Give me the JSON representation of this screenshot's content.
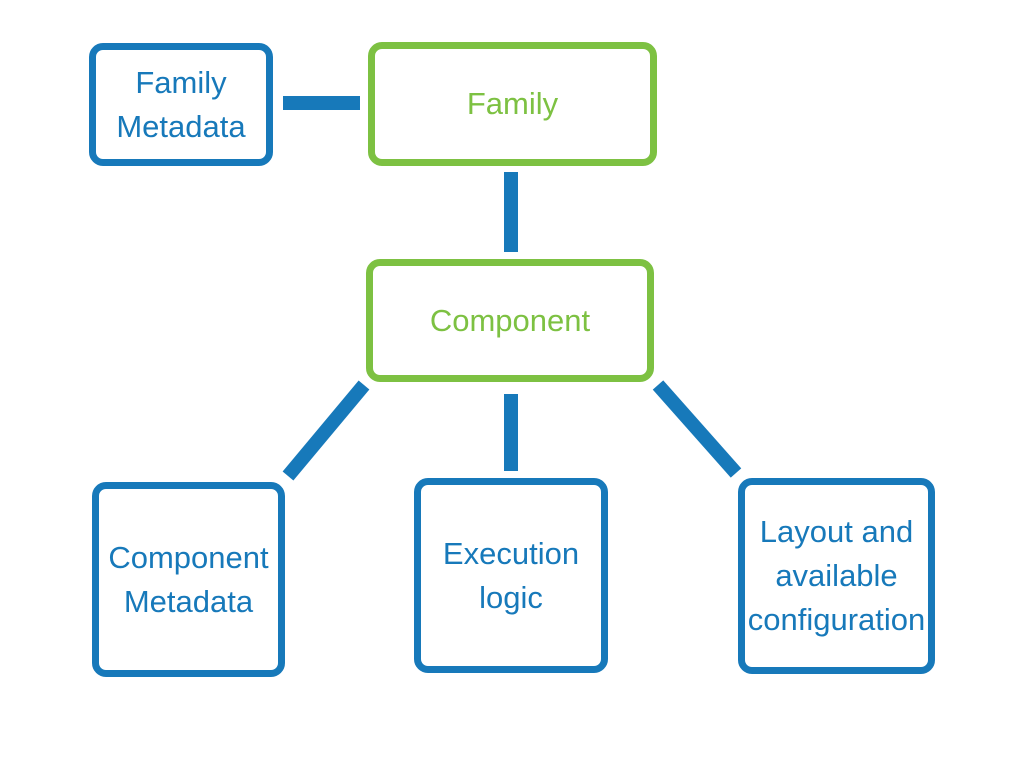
{
  "colors": {
    "blue": "#1779BA",
    "green": "#7DC142",
    "background": "#FFFFFF"
  },
  "diagram": {
    "nodes": [
      {
        "id": "family-metadata",
        "label": "Family Metadata",
        "color": "blue"
      },
      {
        "id": "family",
        "label": "Family",
        "color": "green"
      },
      {
        "id": "component",
        "label": "Component",
        "color": "green"
      },
      {
        "id": "component-metadata",
        "label": "Component Metadata",
        "color": "blue"
      },
      {
        "id": "execution-logic",
        "label": "Execution logic",
        "color": "blue"
      },
      {
        "id": "layout-configuration",
        "label": "Layout and available configuration",
        "color": "blue"
      }
    ],
    "edges": [
      {
        "from": "family-metadata",
        "to": "family"
      },
      {
        "from": "family",
        "to": "component"
      },
      {
        "from": "component",
        "to": "component-metadata"
      },
      {
        "from": "component",
        "to": "execution-logic"
      },
      {
        "from": "component",
        "to": "layout-configuration"
      }
    ]
  }
}
